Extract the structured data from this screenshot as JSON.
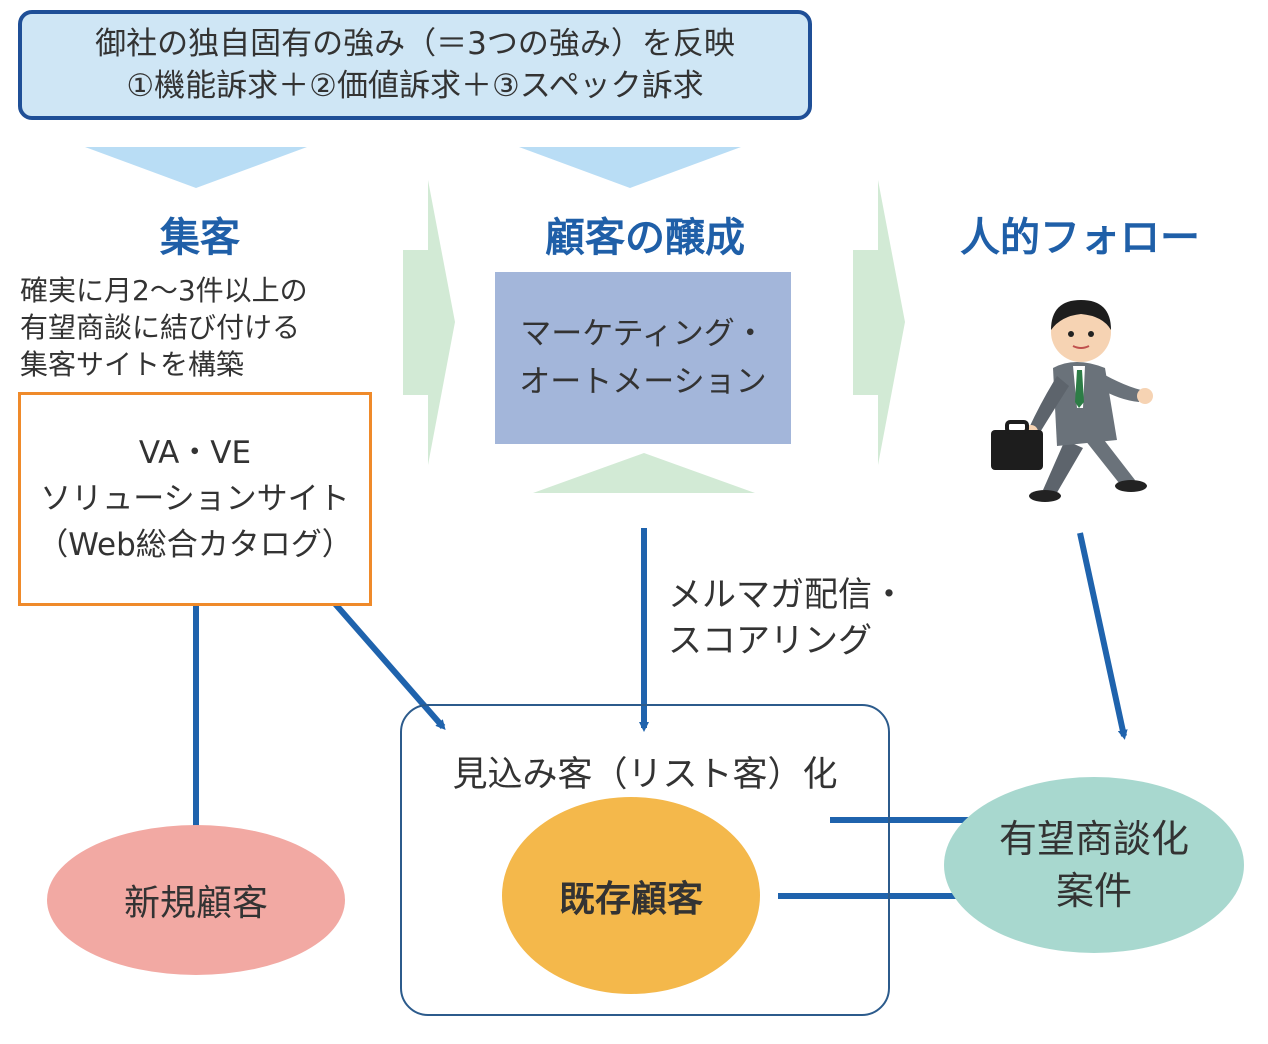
{
  "banner": {
    "line1": "御社の独自固有の強み（＝3つの強み）を反映",
    "line2": "①機能訴求＋②価値訴求＋③スペック訴求"
  },
  "stages": {
    "acquisition": "集客",
    "nurturing": "顧客の醸成",
    "follow": "人的フォロー"
  },
  "acquisition_desc": {
    "line1": "確実に月2～3件以上の",
    "line2": "有望商談に結び付ける",
    "line3": "集客サイトを構築"
  },
  "site_box": {
    "line1": "VA・VE",
    "line2": "ソリューションサイト",
    "line3": "（Web総合カタログ）"
  },
  "ma_box": {
    "line1": "マーケティング・",
    "line2": "オートメーション"
  },
  "mail_label": {
    "line1": "メルマガ配信・",
    "line2": "スコアリング"
  },
  "prospect_label": "見込み客（リスト客）化",
  "new_customer": "新規顧客",
  "existing_customer": "既存顧客",
  "deal": {
    "line1": "有望商談化",
    "line2": "案件"
  },
  "colors": {
    "arrow_blue": "#1f63ad",
    "chevron_light_blue": "#b9ddf5",
    "chevron_light_green": "#d2ead5",
    "heading_blue": "#1f5fa8",
    "banner_border": "#1f4f97",
    "banner_fill": "#cfe6f5",
    "site_border": "#ef8a2a",
    "ma_fill": "#a3b6da",
    "new_fill": "#f2a9a3",
    "existing_fill": "#f4b84b",
    "deal_fill": "#a8d8cf"
  },
  "icons": {
    "person": "businessman-walking-icon"
  }
}
